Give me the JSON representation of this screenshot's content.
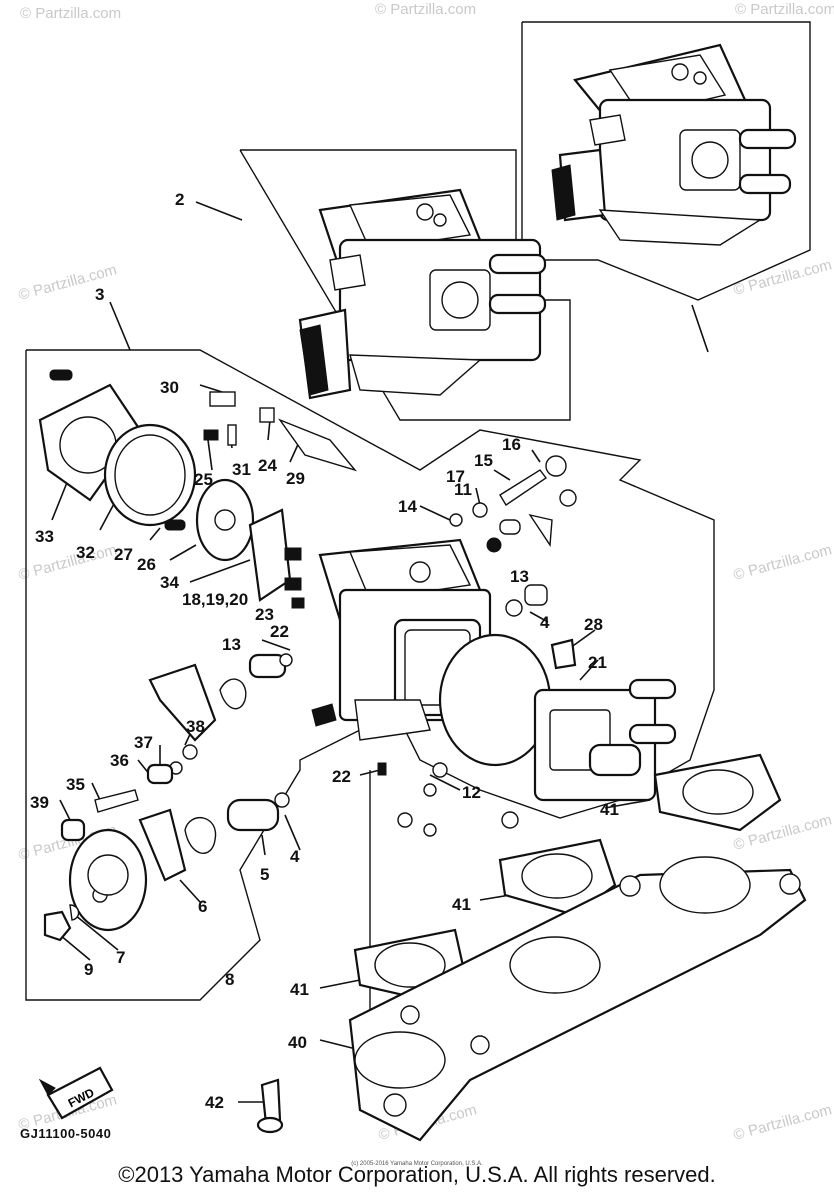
{
  "diagram": {
    "callouts": [
      {
        "id": "2",
        "label": "2"
      },
      {
        "id": "3",
        "label": "3"
      },
      {
        "id": "4a",
        "label": "4"
      },
      {
        "id": "4b",
        "label": "4"
      },
      {
        "id": "5",
        "label": "5"
      },
      {
        "id": "6",
        "label": "6"
      },
      {
        "id": "7",
        "label": "7"
      },
      {
        "id": "8",
        "label": "8"
      },
      {
        "id": "9",
        "label": "9"
      },
      {
        "id": "11",
        "label": "11"
      },
      {
        "id": "12",
        "label": "12"
      },
      {
        "id": "13a",
        "label": "13"
      },
      {
        "id": "13b",
        "label": "13"
      },
      {
        "id": "14",
        "label": "14"
      },
      {
        "id": "15",
        "label": "15"
      },
      {
        "id": "16",
        "label": "16"
      },
      {
        "id": "17",
        "label": "17"
      },
      {
        "id": "181920",
        "label": "18,19,20"
      },
      {
        "id": "21",
        "label": "21"
      },
      {
        "id": "22a",
        "label": "22"
      },
      {
        "id": "22b",
        "label": "22"
      },
      {
        "id": "23",
        "label": "23"
      },
      {
        "id": "24",
        "label": "24"
      },
      {
        "id": "25",
        "label": "25"
      },
      {
        "id": "26",
        "label": "26"
      },
      {
        "id": "27",
        "label": "27"
      },
      {
        "id": "28",
        "label": "28"
      },
      {
        "id": "29",
        "label": "29"
      },
      {
        "id": "30",
        "label": "30"
      },
      {
        "id": "31",
        "label": "31"
      },
      {
        "id": "32",
        "label": "32"
      },
      {
        "id": "33",
        "label": "33"
      },
      {
        "id": "34",
        "label": "34"
      },
      {
        "id": "35",
        "label": "35"
      },
      {
        "id": "36",
        "label": "36"
      },
      {
        "id": "37",
        "label": "37"
      },
      {
        "id": "38",
        "label": "38"
      },
      {
        "id": "39",
        "label": "39"
      },
      {
        "id": "40",
        "label": "40"
      },
      {
        "id": "41a",
        "label": "41"
      },
      {
        "id": "41b",
        "label": "41"
      },
      {
        "id": "41c",
        "label": "41"
      },
      {
        "id": "42",
        "label": "42"
      }
    ],
    "fwd_label": "FWD",
    "part_number": "GJ11100-5040",
    "watermark": "© Partzilla.com",
    "small_notice": "(c) 2005-2016 Yamaha Motor Corporation, U.S.A.",
    "copyright": "©2013 Yamaha Motor Corporation, U.S.A. All rights reserved."
  }
}
